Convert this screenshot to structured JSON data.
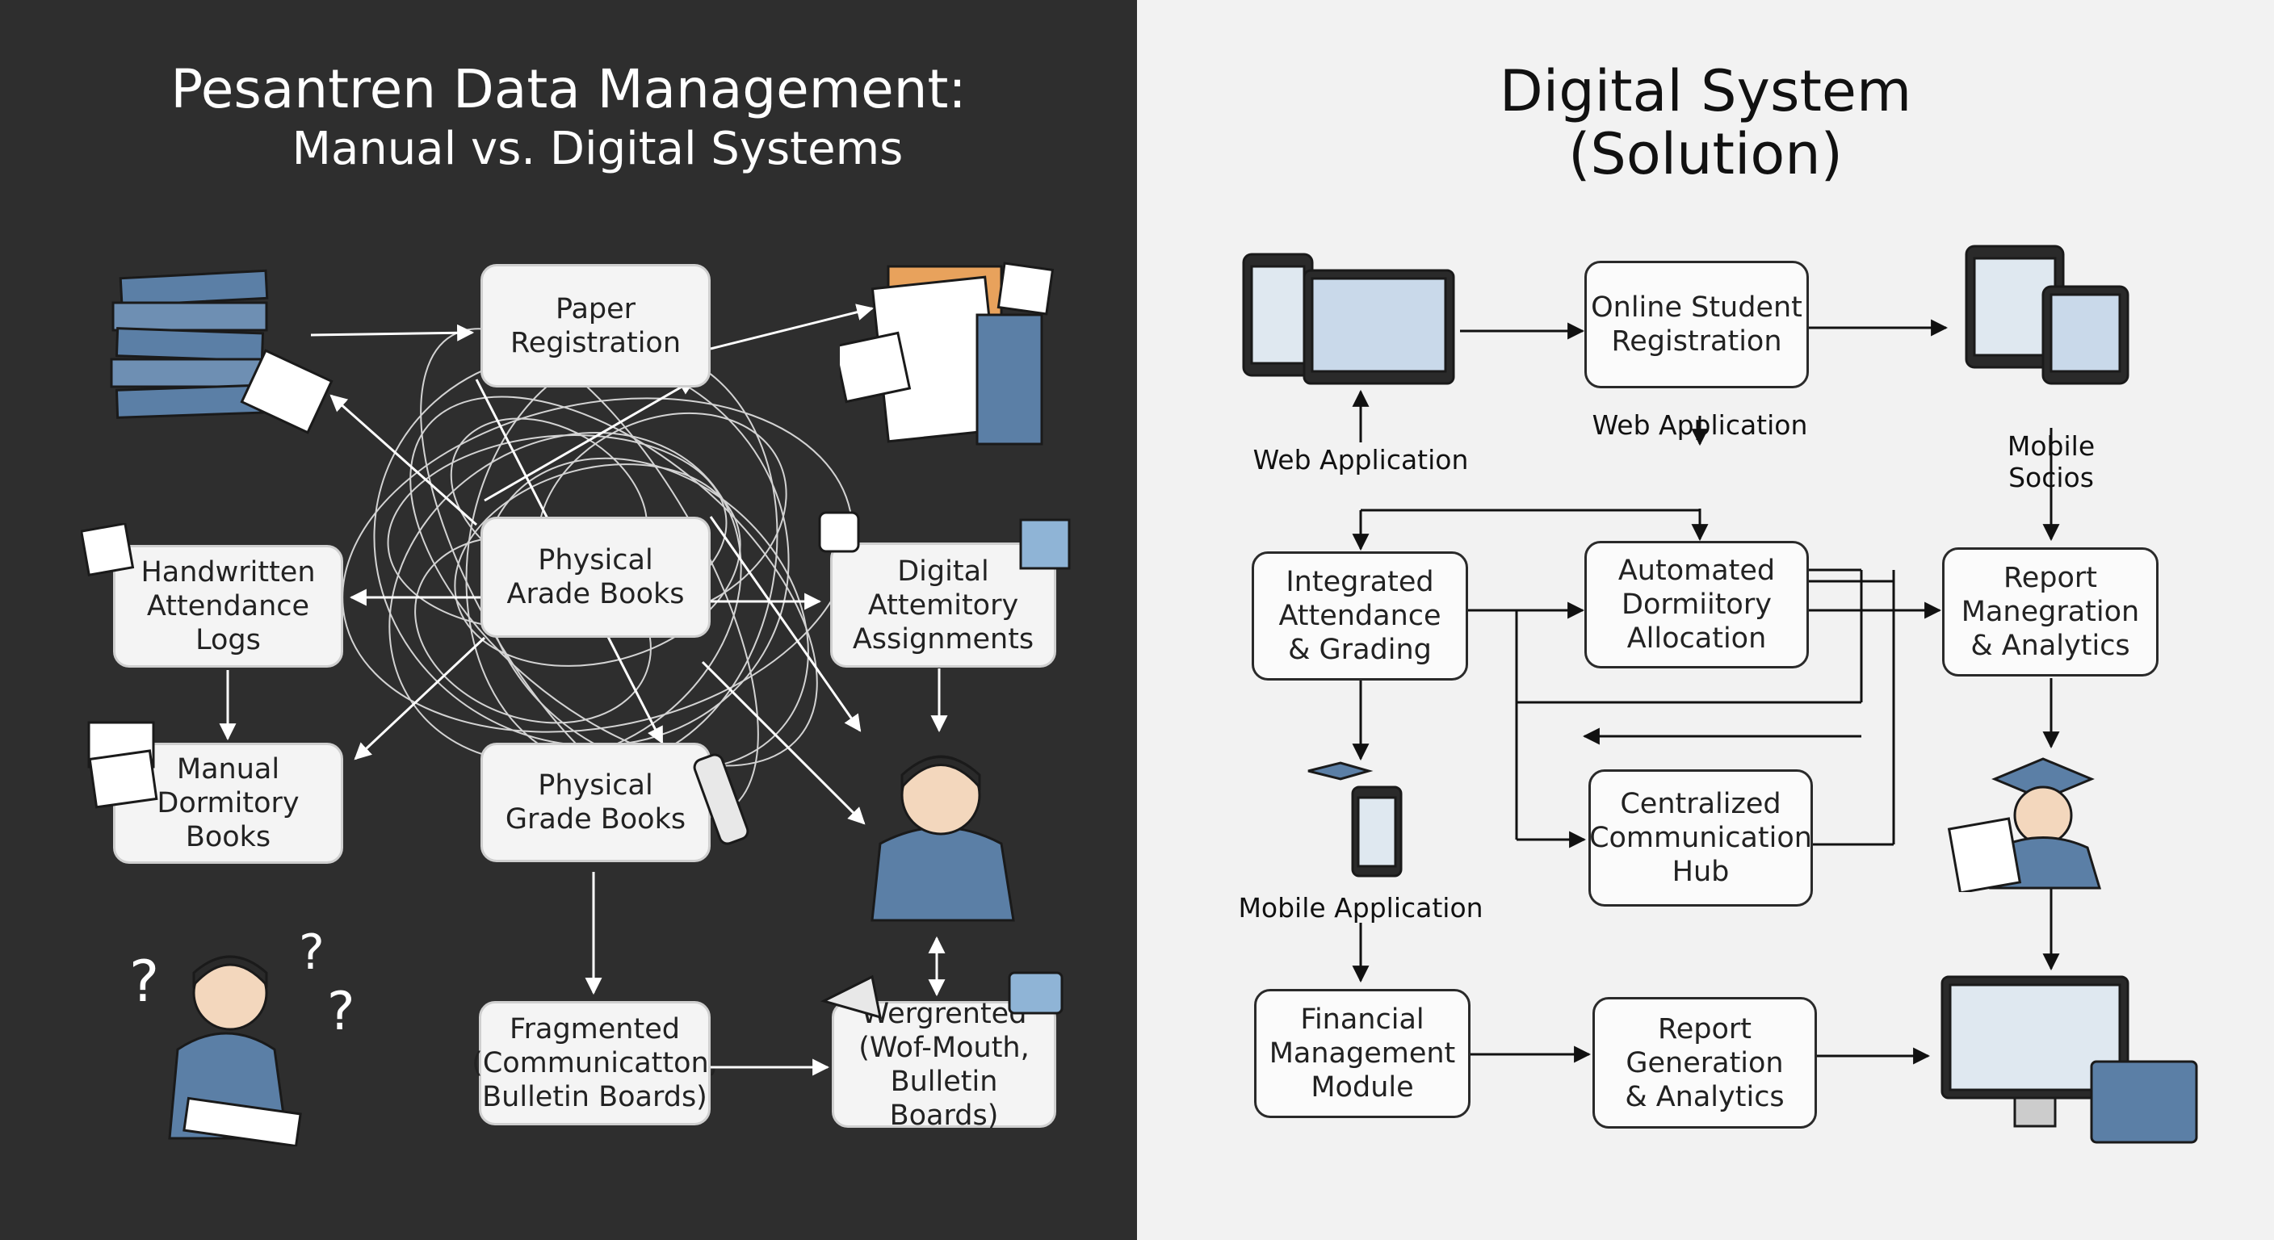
{
  "manual": {
    "title_line1": "Pesantren Data Management:",
    "title_line2": "Manual vs. Digital Systems",
    "boxes": {
      "paper_registration": "Paper\nRegistration",
      "physical_arade": "Physical\nArade Books",
      "handwritten_logs": "Handwritten\nAttendance\nLogs",
      "digital_attemitory": "Digital\nAttemitory\nAssignments",
      "manual_dormitory": "Manual\nDormitory\nBooks",
      "physical_grade": "Physical\nGrade Books",
      "fragmented": "Fragmented\n(Communicatton,\nBulletin Boards)",
      "wergrented": "Wergrented\n(Wof-Mouth,\nBulletin Boards)"
    },
    "question_mark": "?"
  },
  "digital": {
    "title_line1": "Digital System",
    "title_line2": "(Solution)",
    "boxes": {
      "online_registration": "Online Student\nRegistration",
      "integrated_attendance": "Integrated\nAttendance\n& Grading",
      "automated_dormitory": "Automated\nDormiitory\nAllocation",
      "report_manegration": "Report\nManegration\n& Analytics",
      "communication_hub": "Centralized\nCommunication\nHub",
      "financial_module": "Financial\nManagement\nModule",
      "report_generation": "Report\nGeneration\n& Analytics"
    },
    "labels": {
      "web_app_left": "Web Application",
      "web_app_center": "Web Application",
      "mobile_socios": "Mobile\nSocios",
      "mobile_app": "Mobile Application"
    }
  },
  "colors": {
    "dark_bg": "#2e2e2e",
    "light_bg": "#f2f2f2",
    "accent_blue": "#5b7fa6",
    "accent_orange": "#e8a25c"
  }
}
